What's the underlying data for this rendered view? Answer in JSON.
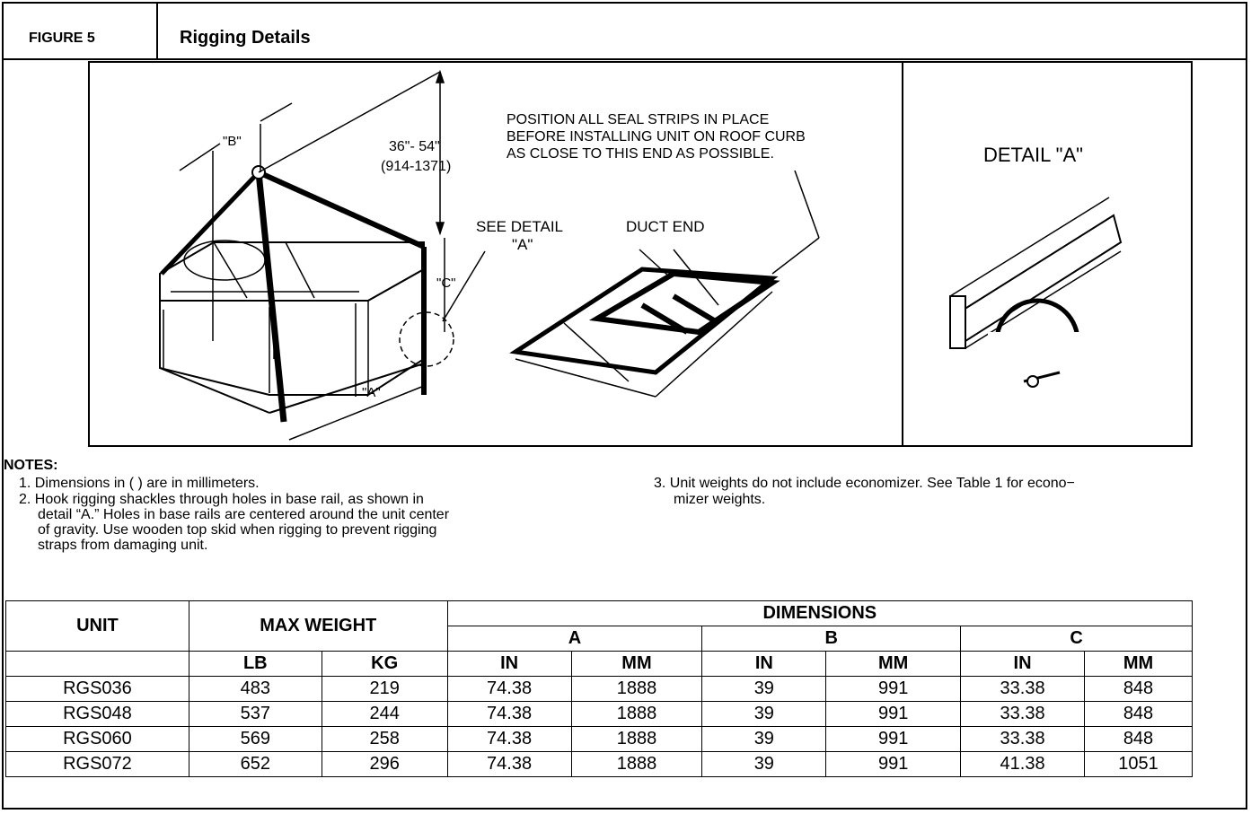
{
  "header": {
    "figure_label": "FIGURE 5",
    "title": "Rigging Details"
  },
  "drawing": {
    "label_b": "\"B\"",
    "label_c": "\"C\"",
    "label_a": "\"A\"",
    "height_in": "36\"- 54\"",
    "height_mm": "(914-1371)",
    "see_detail_1": "SEE DETAIL",
    "see_detail_2": "\"A\"",
    "duct_end": "DUCT END",
    "seal_note_1": "POSITION ALL SEAL STRIPS IN PLACE",
    "seal_note_2": "BEFORE INSTALLING UNIT ON ROOF CURB",
    "seal_note_3": "AS CLOSE TO THIS  END AS POSSIBLE.",
    "detail_title": "DETAIL \"A\""
  },
  "notes": {
    "title": "NOTES:",
    "n1": "1.  Dimensions in (    ) are in millimeters.",
    "n2_1": "2.  Hook rigging shackles through holes in base rail, as shown in",
    "n2_2": "detail “A.” Holes in base rails are centered around the unit center",
    "n2_3": "of gravity. Use wooden top skid when rigging to prevent rigging",
    "n2_4": "straps from damaging unit.",
    "n3_1": "3.  Unit weights do not include economizer. See Table 1 for econo−",
    "n3_2": "mizer weights."
  },
  "table": {
    "unit": "UNIT",
    "max_weight": "MAX WEIGHT",
    "dimensions": "DIMENSIONS",
    "a": "A",
    "b": "B",
    "c": "C",
    "lb": "LB",
    "kg": "KG",
    "in": "IN",
    "mm": "MM",
    "rows": [
      [
        "RGS036",
        "483",
        "219",
        "74.38",
        "1888",
        "39",
        "991",
        "33.38",
        "848"
      ],
      [
        "RGS048",
        "537",
        "244",
        "74.38",
        "1888",
        "39",
        "991",
        "33.38",
        "848"
      ],
      [
        "RGS060",
        "569",
        "258",
        "74.38",
        "1888",
        "39",
        "991",
        "33.38",
        "848"
      ],
      [
        "RGS072",
        "652",
        "296",
        "74.38",
        "1888",
        "39",
        "991",
        "41.38",
        "1051"
      ]
    ]
  }
}
